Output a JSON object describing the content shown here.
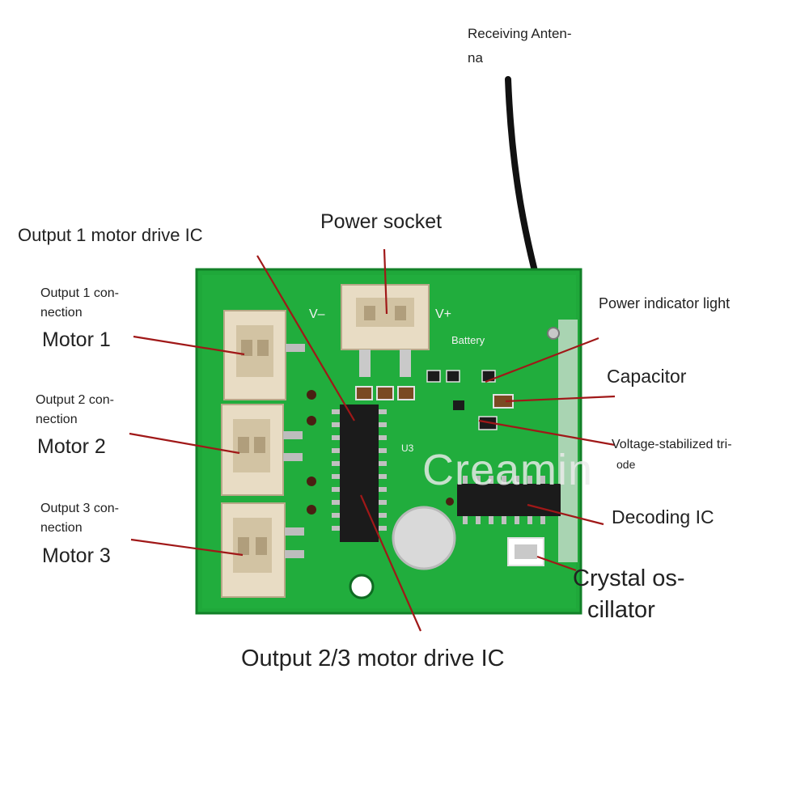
{
  "labels": {
    "receiving_antenna_1": "Receiving Anten-",
    "receiving_antenna_2": "na",
    "power_socket": "Power socket",
    "output1_ic": "Output 1 motor drive IC",
    "output1_conn_1": "Output 1 con-",
    "output1_conn_2": "nection",
    "motor1": "Motor 1",
    "output2_conn_1": "Output 2 con-",
    "output2_conn_2": "nection",
    "motor2": "Motor 2",
    "output3_conn_1": "Output 3 con-",
    "output3_conn_2": "nection",
    "motor3": "Motor 3",
    "power_indicator": "Power indicator light",
    "capacitor": "Capacitor",
    "voltage_1": "Voltage-stabilized tri-",
    "voltage_2": "ode",
    "decoding_ic": "Decoding IC",
    "crystal_1": "Crystal os-",
    "crystal_2": "cillator",
    "output23_ic": "Output 2/3 motor drive IC"
  },
  "silkscreen": {
    "v_minus": "V–",
    "v_plus": "V+",
    "battery": "Battery",
    "u3": "U3"
  },
  "watermark": "Creamin",
  "colors": {
    "pcb": "#1fa83a",
    "pcb_dark": "#178a2e",
    "connector": "#e8dcc4",
    "chip": "#1b1b1b",
    "arrow": "#a01818",
    "text": "#222222"
  }
}
